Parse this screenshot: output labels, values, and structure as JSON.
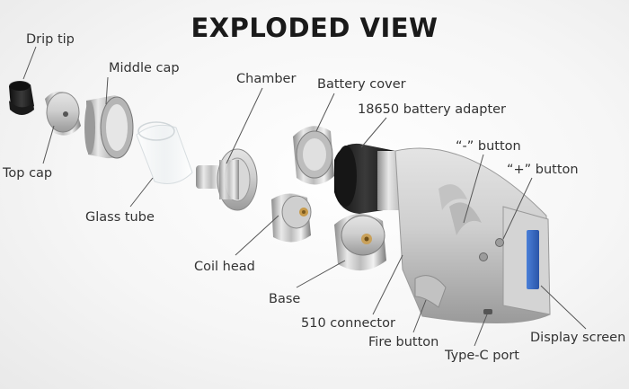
{
  "title": "EXPLODED VIEW",
  "labels": {
    "drip_tip": "Drip tip",
    "top_cap": "Top cap",
    "middle_cap": "Middle cap",
    "glass_tube": "Glass tube",
    "chamber": "Chamber",
    "coil_head": "Coil head",
    "battery_cover": "Battery cover",
    "base": "Base",
    "battery_adapter": "18650 battery adapter",
    "connector_510": "510 connector",
    "minus_button": "“-” button",
    "plus_button": "“+” button",
    "fire_button": "Fire button",
    "type_c_port": "Type-C port",
    "display_screen": "Display screen"
  },
  "colors": {
    "title": "#1a1a1a",
    "label": "#333333",
    "leader_line": "#555555",
    "metal": "#c8c8c8",
    "drip_tip": "#1c1c1c"
  }
}
